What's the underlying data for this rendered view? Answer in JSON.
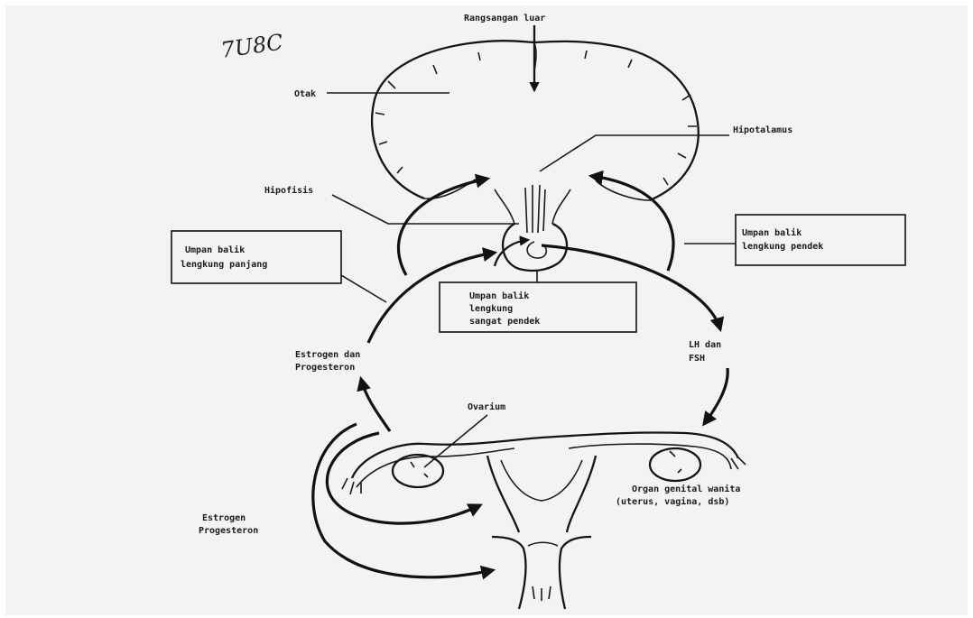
{
  "handwritten_note": "7U8C",
  "labels": {
    "rangsangan_luar": "Rangsangan luar",
    "otak": "Otak",
    "hipotalamus": "Hipotalamus",
    "hipofisis": "Hipofisis",
    "umpan_panjang_1": "Umpan balik",
    "umpan_panjang_2": "lengkung panjang",
    "umpan_pendek_1": "Umpan balik",
    "umpan_pendek_2": "lengkung pendek",
    "umpan_sangat_1": "Umpan balik",
    "umpan_sangat_2": "lengkung",
    "umpan_sangat_3": "sangat pendek",
    "estrogen_dan": "Estrogen dan",
    "progesteron_1": "Progesteron",
    "lh_dan": "LH dan",
    "fsh": "FSH",
    "ovarium": "Ovarium",
    "organ_1": "Organ genital wanita",
    "organ_2": "(uterus, vagina, dsb)",
    "estrogen_2": "Estrogen",
    "progesteron_2": "Progesteron"
  }
}
